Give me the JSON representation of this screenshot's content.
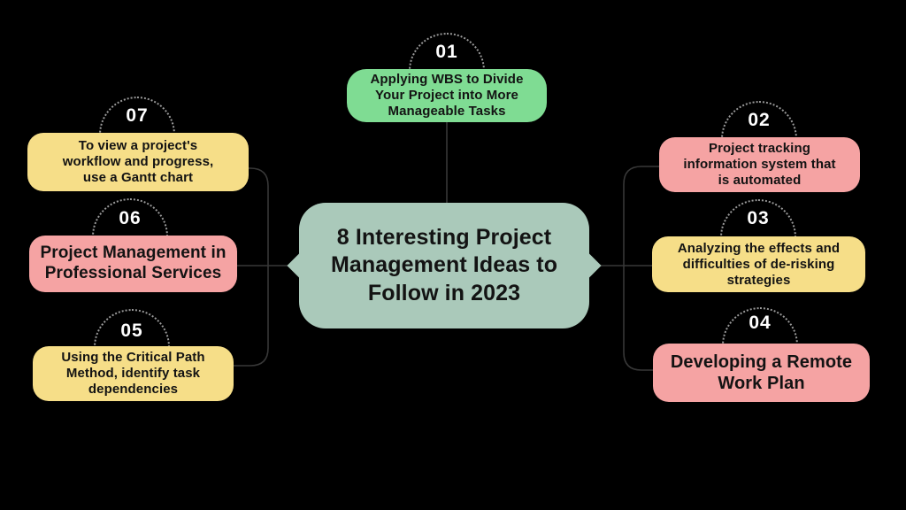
{
  "colors": {
    "background": "#000000",
    "sage": "#aac9ba",
    "green": "#7fdc93",
    "yellow": "#f6de88",
    "pink": "#f5a3a3",
    "connector": "#383838",
    "dotted_circle": "#9a9a9a",
    "number_text": "#ffffff",
    "node_text": "#131313"
  },
  "center": {
    "title": "8 Interesting Project\nManagement Ideas to\nFollow in 2023"
  },
  "nodes": [
    {
      "id": "01",
      "color": "green",
      "label": "Applying WBS to Divide\nYour Project into More\nManageable Tasks"
    },
    {
      "id": "02",
      "color": "pink",
      "label": "Project tracking\ninformation system that\nis automated"
    },
    {
      "id": "03",
      "color": "yellow",
      "label": "Analyzing the effects and\ndifficulties of de-risking\nstrategies"
    },
    {
      "id": "04",
      "color": "pink",
      "label": "Developing a Remote\nWork Plan"
    },
    {
      "id": "05",
      "color": "yellow",
      "label": "Using the Critical Path\nMethod, identify task\ndependencies"
    },
    {
      "id": "06",
      "color": "pink",
      "label": "Project Management in\nProfessional Services"
    },
    {
      "id": "07",
      "color": "yellow",
      "label": "To view a project's\nworkflow and progress,\nuse a Gantt chart"
    }
  ]
}
